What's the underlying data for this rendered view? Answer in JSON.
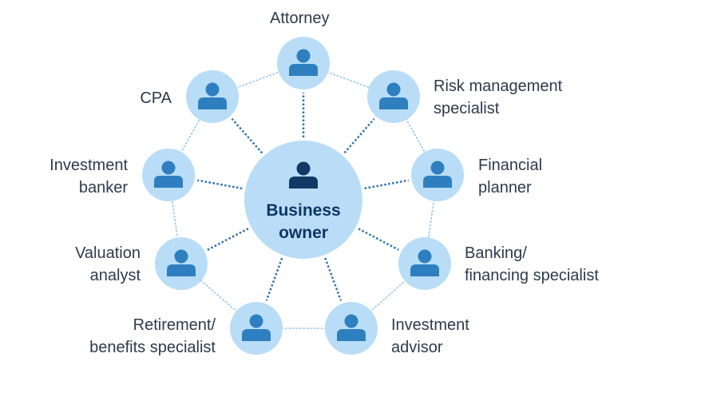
{
  "center": {
    "line1": "Business",
    "line2": "owner"
  },
  "nodes": [
    {
      "id": "attorney",
      "line1": "Attorney",
      "line2": ""
    },
    {
      "id": "risk",
      "line1": "Risk management",
      "line2": "specialist"
    },
    {
      "id": "financial-planner",
      "line1": "Financial",
      "line2": "planner"
    },
    {
      "id": "banking",
      "line1": "Banking/",
      "line2": "financing specialist"
    },
    {
      "id": "investment-advisor",
      "line1": "Investment",
      "line2": "advisor"
    },
    {
      "id": "retirement",
      "line1": "Retirement/",
      "line2": "benefits specialist"
    },
    {
      "id": "valuation",
      "line1": "Valuation",
      "line2": "analyst"
    },
    {
      "id": "investment-banker",
      "line1": "Investment",
      "line2": "banker"
    },
    {
      "id": "cpa",
      "line1": "CPA",
      "line2": ""
    }
  ],
  "colors": {
    "node_fill": "#b9ddf7",
    "person_outer": "#2e7fbf",
    "person_center": "#123a66",
    "connector": "#2e72ad",
    "ring": "#8fc3e6"
  }
}
